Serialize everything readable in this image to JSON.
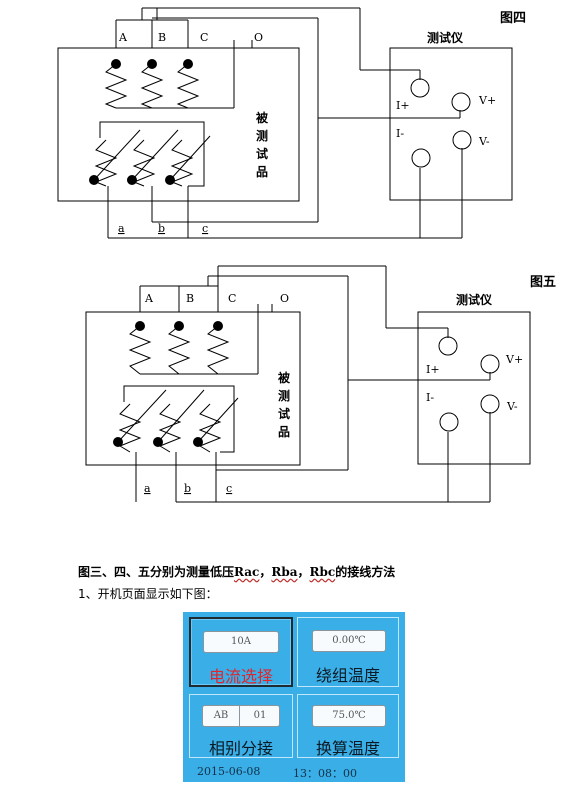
{
  "figure4": {
    "title": "图四",
    "instrument": "测试仪",
    "dut": [
      "被",
      "测",
      "试",
      "品"
    ],
    "hv_terminals": [
      "A",
      "B",
      "C",
      "O"
    ],
    "lv_terminals": [
      "a",
      "b",
      "c"
    ],
    "ports": [
      "I+",
      "V+",
      "I-",
      "V-"
    ]
  },
  "figure5": {
    "title": "图五",
    "instrument": "测试仪",
    "dut": [
      "被",
      "测",
      "试",
      "品"
    ],
    "hv_terminals": [
      "A",
      "B",
      "C",
      "O"
    ],
    "lv_terminals": [
      "a",
      "b",
      "c"
    ],
    "ports": [
      "I+",
      "V+",
      "I-",
      "V-"
    ]
  },
  "caption": {
    "prefix": "图三、四、五分别为测量低压",
    "r1": "Rac",
    "sep1": "，",
    "r2": "Rba",
    "sep2": "，",
    "r3": "Rbc",
    "suffix": "的接线方法"
  },
  "step1": "1、开机页面显示如下图：",
  "screen": {
    "current_value": "10A",
    "current_label": "电流选择",
    "winding_temp_value": "0.00℃",
    "winding_temp_label": "绕组温度",
    "phase_value_a": "AB",
    "phase_value_b": "01",
    "phase_label": "相别分接",
    "conv_temp_value": "75.0℃",
    "conv_temp_label": "换算温度",
    "date": "2015-06-08",
    "time": "13：08：00"
  }
}
